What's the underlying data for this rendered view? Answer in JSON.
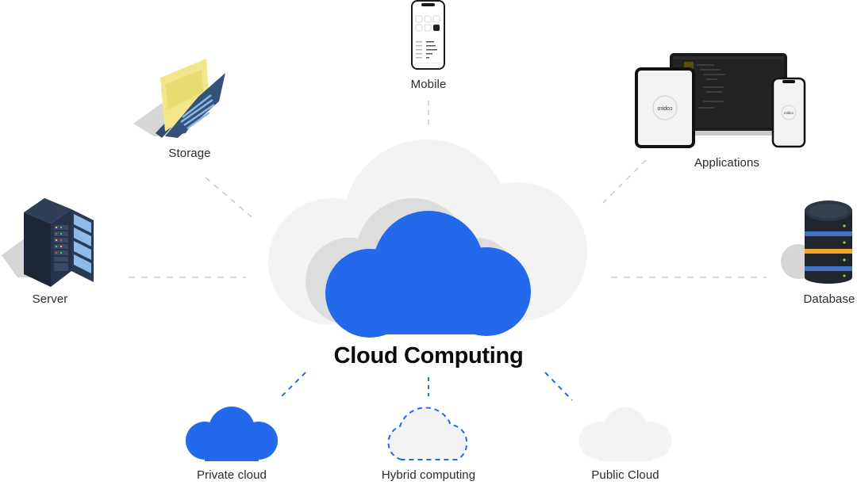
{
  "title": "Cloud Computing",
  "nodes": {
    "mobile": {
      "label": "Mobile",
      "icon": "smartphone-icon"
    },
    "storage": {
      "label": "Storage",
      "icon": "folder-icon"
    },
    "applications": {
      "label": "Applications",
      "icon": "devices-icon",
      "logo_text": "cobiro"
    },
    "server": {
      "label": "Server",
      "icon": "server-rack-icon"
    },
    "database": {
      "label": "Database",
      "icon": "database-icon"
    }
  },
  "cloud_types": [
    {
      "label": "Private cloud",
      "icon": "cloud-solid-icon"
    },
    {
      "label": "Hybrid computing",
      "icon": "cloud-dashed-icon"
    },
    {
      "label": "Public Cloud",
      "icon": "cloud-light-icon"
    }
  ],
  "colors": {
    "accent_blue": "#2369eb",
    "cloud_light": "#f3f3f3",
    "cloud_mid": "#dddddd",
    "connector_gray": "#c8c8c8",
    "text": "#2b2b2b"
  }
}
